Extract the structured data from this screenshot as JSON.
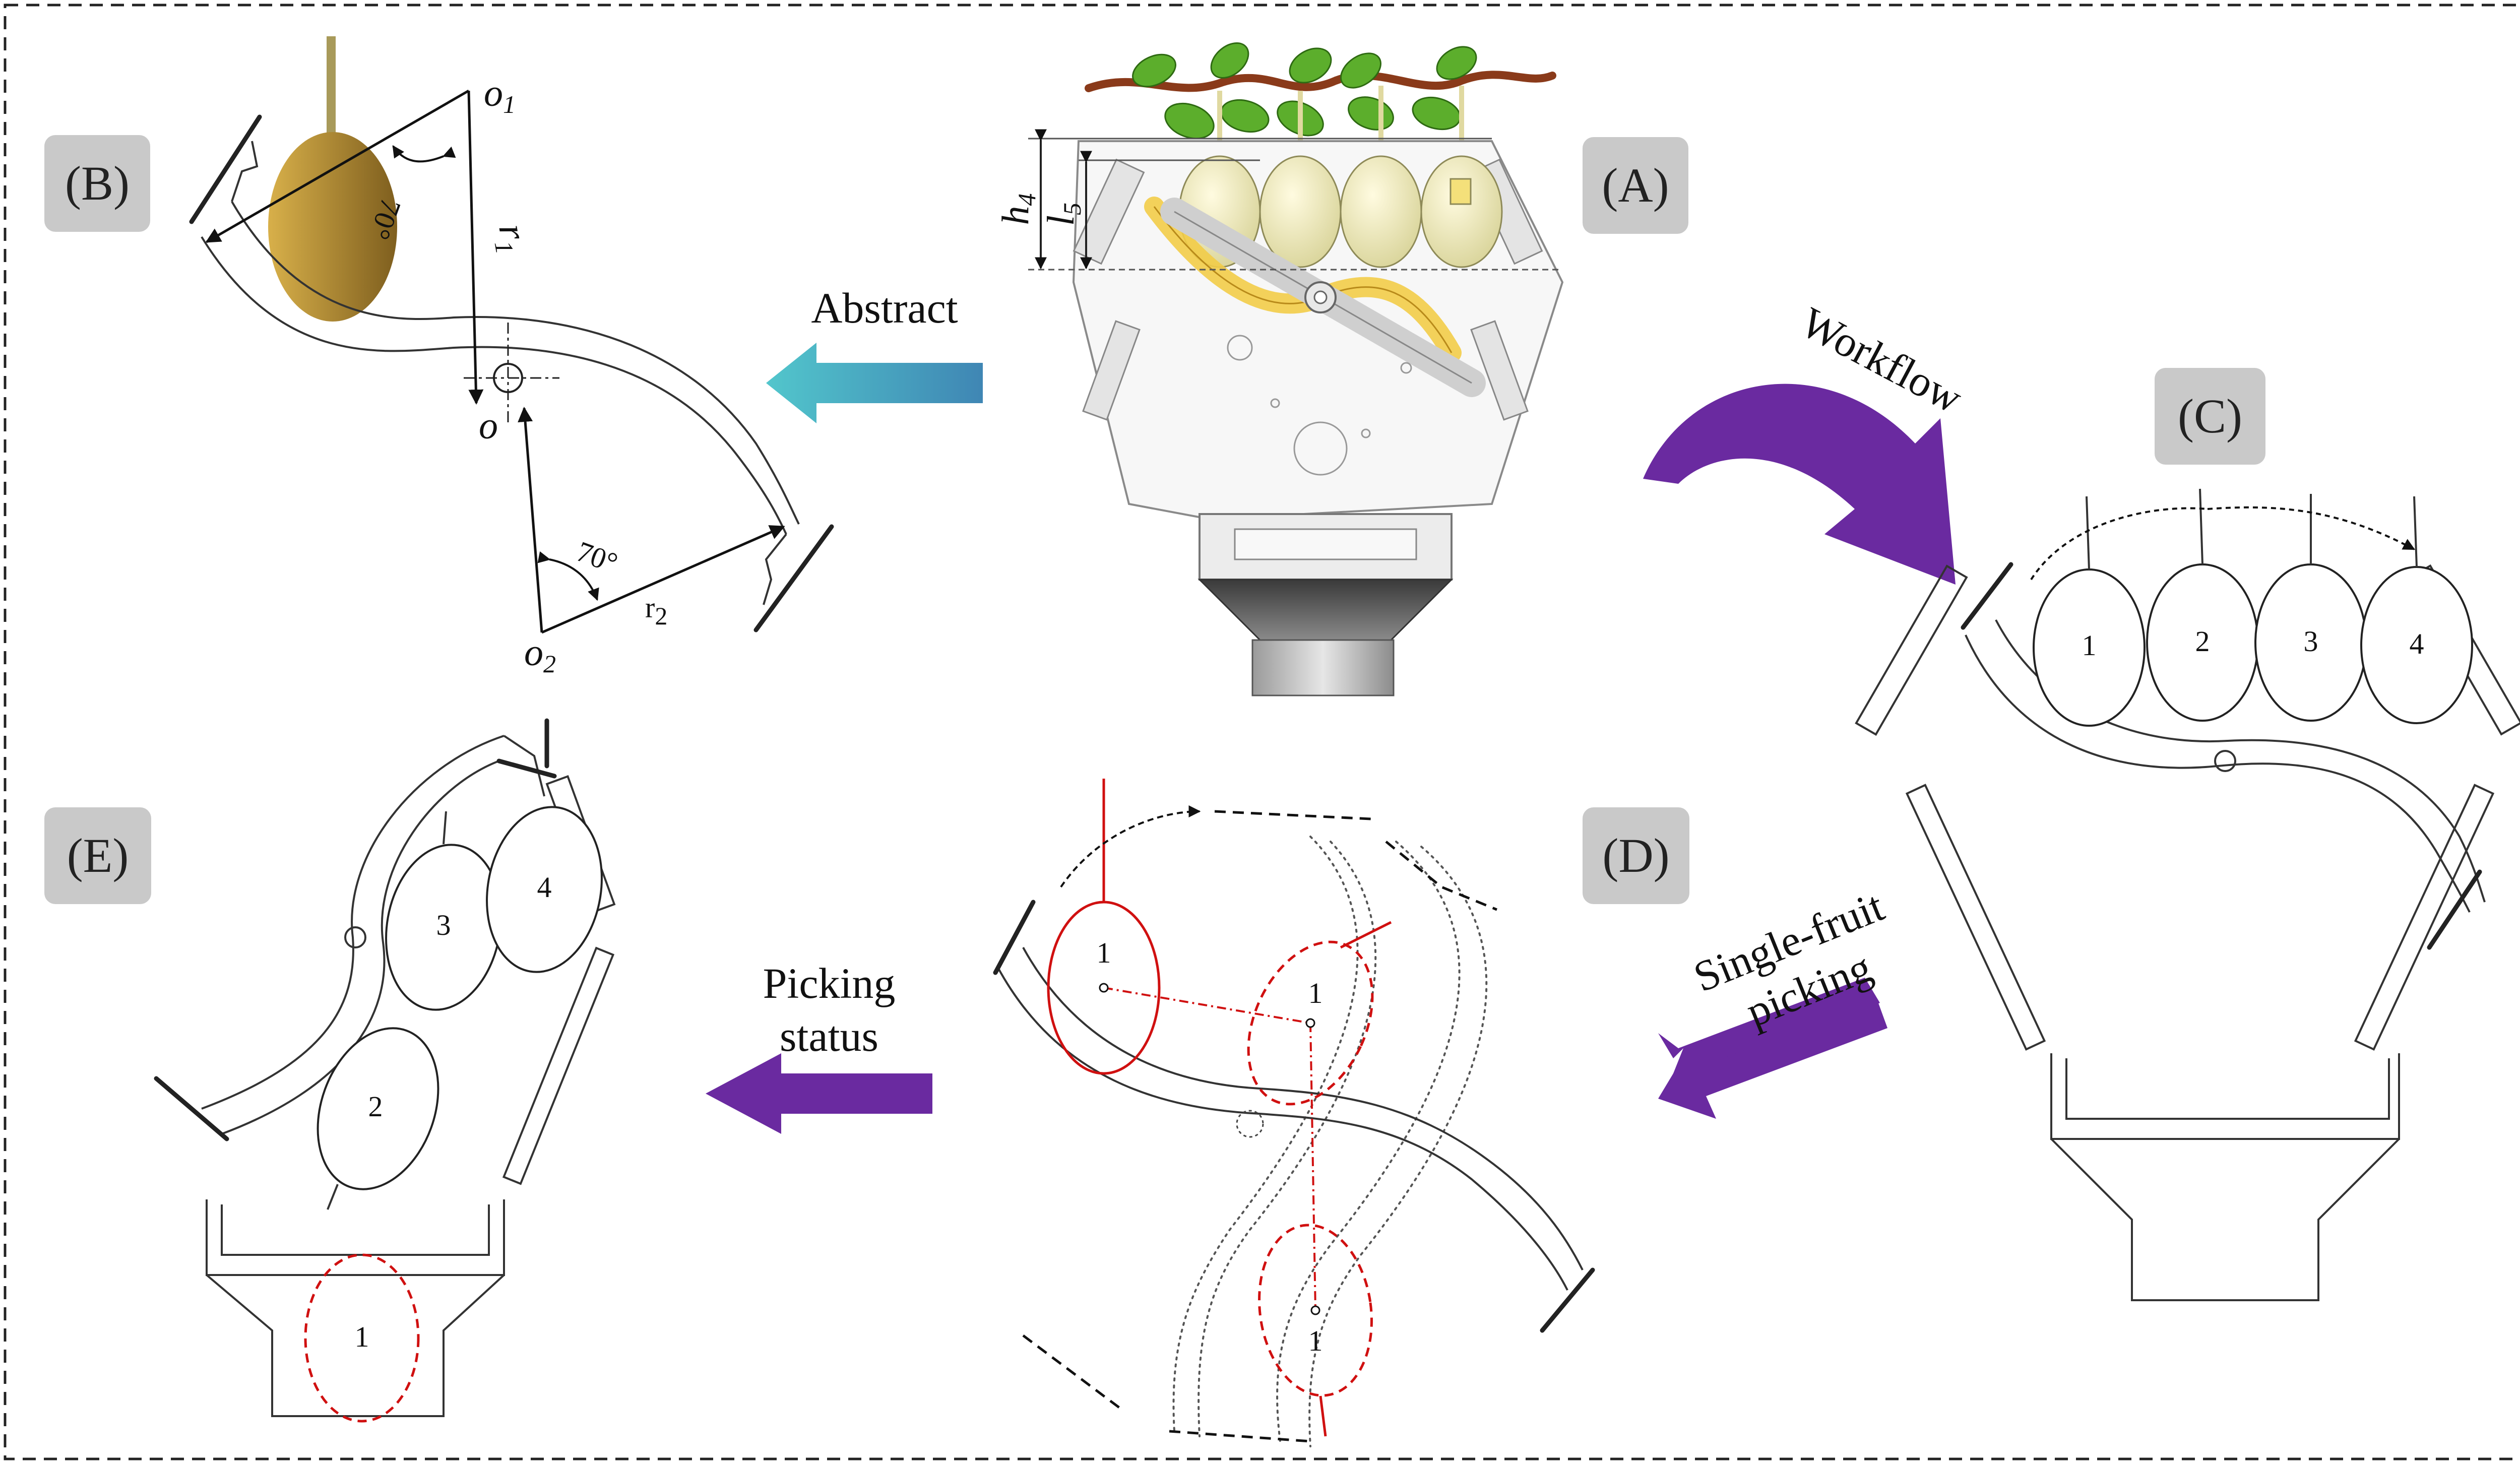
{
  "panels": {
    "A": {
      "tag": "(A)",
      "dims": {
        "h": "h",
        "h_sub": "4",
        "l": "l",
        "l_sub": "5"
      }
    },
    "B": {
      "tag": "(B)",
      "o1": "o",
      "o1_sub": "1",
      "o2": "o",
      "o2_sub": "2",
      "o": "o",
      "r1": "r",
      "r1_sub": "1",
      "r2": "r",
      "r2_sub": "2",
      "angle_top": "70°",
      "angle_bottom": "70°"
    },
    "C": {
      "tag": "(C)",
      "fruits": [
        "1",
        "2",
        "3",
        "4"
      ]
    },
    "D": {
      "tag": "(D)",
      "fruits": [
        "1",
        "1",
        "1"
      ]
    },
    "E": {
      "tag": "(E)",
      "fruits": [
        "1",
        "2",
        "3",
        "4"
      ]
    }
  },
  "arrows": {
    "abstract": {
      "label": "Abstract",
      "color": "#46b8c8"
    },
    "workflow": {
      "label": "Workflow",
      "color": "#6a2aa0"
    },
    "single_fruit": {
      "label_line1": "Single-fruit",
      "label_line2": "picking",
      "color": "#6a2aa0"
    },
    "picking_status": {
      "label_line1": "Picking",
      "label_line2": "status",
      "color": "#6a2aa0"
    }
  },
  "colors": {
    "tag_bg": "#c9c9c9",
    "kiwi_light": "#d2aa44",
    "kiwi_dark": "#8a6a22",
    "fruit_highlight_red": "#d01010",
    "leaf_green": "#5cae2c",
    "vine_brown": "#8a3a1a",
    "gold_arm": "#f2cc48",
    "chute_gray": "#6a6a6a"
  }
}
